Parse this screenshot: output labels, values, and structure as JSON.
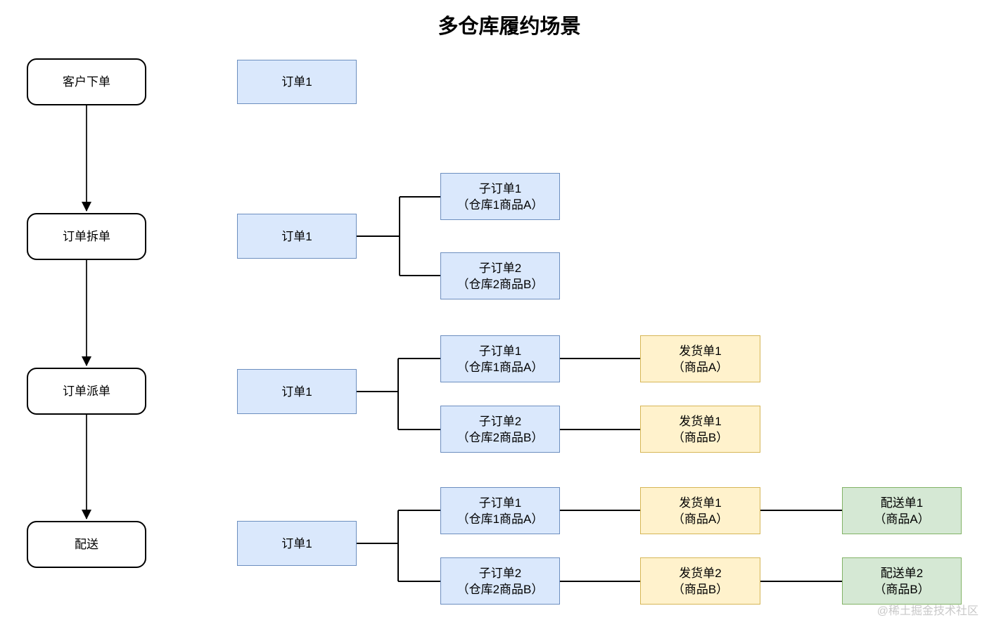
{
  "title": "多仓库履约场景",
  "watermark": "@稀土掘金技术社区",
  "colors": {
    "blue_fill": "#dae8fc",
    "blue_border": "#6c8ebf",
    "yellow_fill": "#fff2cc",
    "yellow_border": "#d6b656",
    "green_fill": "#d5e8d4",
    "green_border": "#82b366"
  },
  "stages": [
    {
      "label": "客户下单"
    },
    {
      "label": "订单拆单"
    },
    {
      "label": "订单派单"
    },
    {
      "label": "配送"
    }
  ],
  "rows": [
    {
      "stage": "客户下单",
      "order": {
        "line1": "订单1"
      }
    },
    {
      "stage": "订单拆单",
      "order": {
        "line1": "订单1"
      },
      "suborders": [
        {
          "line1": "子订单1",
          "line2": "（仓库1商品A）"
        },
        {
          "line1": "子订单2",
          "line2": "（仓库2商品B）"
        }
      ]
    },
    {
      "stage": "订单派单",
      "order": {
        "line1": "订单1"
      },
      "suborders": [
        {
          "line1": "子订单1",
          "line2": "（仓库1商品A）"
        },
        {
          "line1": "子订单2",
          "line2": "（仓库2商品B）"
        }
      ],
      "shipments": [
        {
          "line1": "发货单1",
          "line2": "（商品A）"
        },
        {
          "line1": "发货单1",
          "line2": "（商品B）"
        }
      ]
    },
    {
      "stage": "配送",
      "order": {
        "line1": "订单1"
      },
      "suborders": [
        {
          "line1": "子订单1",
          "line2": "（仓库1商品A）"
        },
        {
          "line1": "子订单2",
          "line2": "（仓库2商品B）"
        }
      ],
      "shipments": [
        {
          "line1": "发货单1",
          "line2": "（商品A）"
        },
        {
          "line1": "发货单2",
          "line2": "（商品B）"
        }
      ],
      "deliveries": [
        {
          "line1": "配送单1",
          "line2": "（商品A）"
        },
        {
          "line1": "配送单2",
          "line2": "（商品B）"
        }
      ]
    }
  ]
}
